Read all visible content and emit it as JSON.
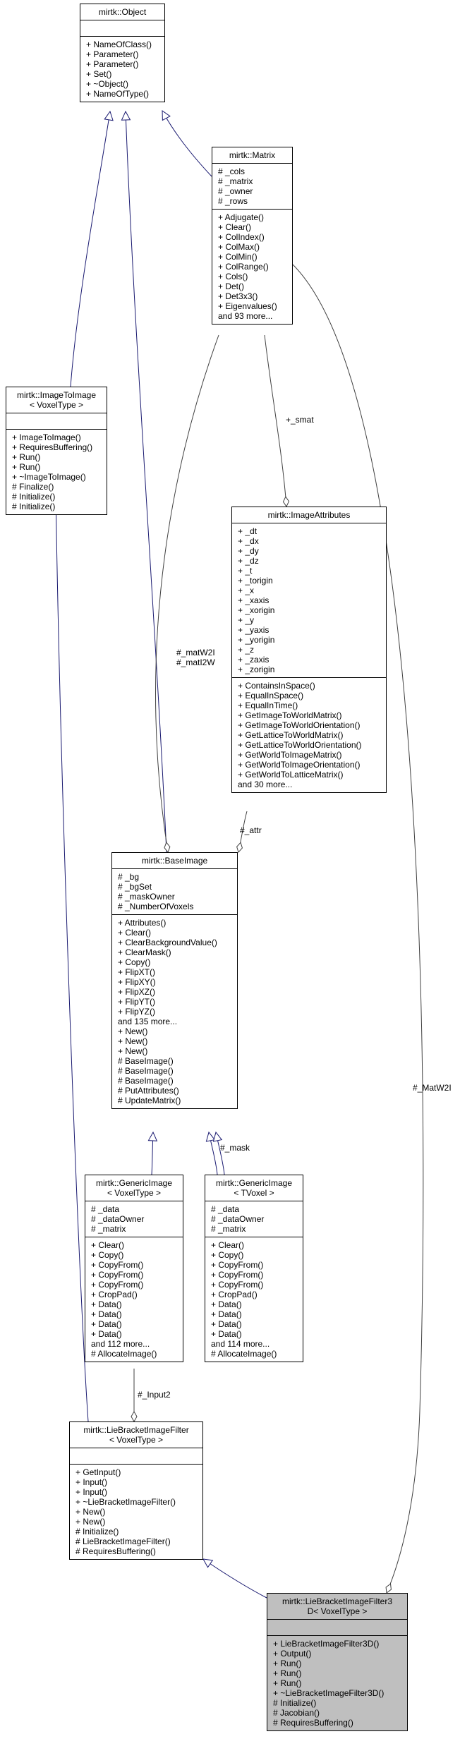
{
  "classes": {
    "object": {
      "title": [
        "mirtk::Object"
      ],
      "attrs": [],
      "methods": [
        "+ NameOfClass()",
        "+ Parameter()",
        "+ Parameter()",
        "+ Set()",
        "+ ~Object()",
        "+ NameOfType()"
      ]
    },
    "matrix": {
      "title": [
        "mirtk::Matrix"
      ],
      "attrs": [
        "# _cols",
        "# _matrix",
        "# _owner",
        "# _rows"
      ],
      "methods": [
        "+ Adjugate()",
        "+ Clear()",
        "+ ColIndex()",
        "+ ColMax()",
        "+ ColMin()",
        "+ ColRange()",
        "+ Cols()",
        "+ Det()",
        "+ Det3x3()",
        "+ Eigenvalues()",
        "and 93 more..."
      ]
    },
    "imagetoimage": {
      "title": [
        "mirtk::ImageToImage",
        "< VoxelType >"
      ],
      "attrs": [],
      "methods": [
        "+ ImageToImage()",
        "+ RequiresBuffering()",
        "+ Run()",
        "+ Run()",
        "+ ~ImageToImage()",
        "# Finalize()",
        "# Initialize()",
        "# Initialize()"
      ]
    },
    "imageattributes": {
      "title": [
        "mirtk::ImageAttributes"
      ],
      "attrs": [
        "+ _dt",
        "+ _dx",
        "+ _dy",
        "+ _dz",
        "+ _t",
        "+ _torigin",
        "+ _x",
        "+ _xaxis",
        "+ _xorigin",
        "+ _y",
        "+ _yaxis",
        "+ _yorigin",
        "+ _z",
        "+ _zaxis",
        "+ _zorigin"
      ],
      "methods": [
        "+ ContainsInSpace()",
        "+ EqualInSpace()",
        "+ EqualInTime()",
        "+ GetImageToWorldMatrix()",
        "+ GetImageToWorldOrientation()",
        "+ GetLatticeToWorldMatrix()",
        "+ GetLatticeToWorldOrientation()",
        "+ GetWorldToImageMatrix()",
        "+ GetWorldToImageOrientation()",
        "+ GetWorldToLatticeMatrix()",
        "and 30 more..."
      ]
    },
    "baseimage": {
      "title": [
        "mirtk::BaseImage"
      ],
      "attrs": [
        "# _bg",
        "# _bgSet",
        "# _maskOwner",
        "# _NumberOfVoxels"
      ],
      "methods": [
        "+ Attributes()",
        "+ Clear()",
        "+ ClearBackgroundValue()",
        "+ ClearMask()",
        "+ Copy()",
        "+ FlipXT()",
        "+ FlipXY()",
        "+ FlipXZ()",
        "+ FlipYT()",
        "+ FlipYZ()",
        "and 135 more...",
        "+ New()",
        "+ New()",
        "+ New()",
        "# BaseImage()",
        "# BaseImage()",
        "# BaseImage()",
        "# PutAttributes()",
        "# UpdateMatrix()"
      ]
    },
    "genericvoxel": {
      "title": [
        "mirtk::GenericImage",
        "< VoxelType >"
      ],
      "attrs": [
        "# _data",
        "# _dataOwner",
        "# _matrix"
      ],
      "methods": [
        "+ Clear()",
        "+ Copy()",
        "+ CopyFrom()",
        "+ CopyFrom()",
        "+ CopyFrom()",
        "+ CropPad()",
        "+ Data()",
        "+ Data()",
        "+ Data()",
        "+ Data()",
        "and 112 more...",
        "# AllocateImage()"
      ]
    },
    "generictvoxel": {
      "title": [
        "mirtk::GenericImage",
        "< TVoxel >"
      ],
      "attrs": [
        "# _data",
        "# _dataOwner",
        "# _matrix"
      ],
      "methods": [
        "+ Clear()",
        "+ Copy()",
        "+ CopyFrom()",
        "+ CopyFrom()",
        "+ CopyFrom()",
        "+ CropPad()",
        "+ Data()",
        "+ Data()",
        "+ Data()",
        "+ Data()",
        "and 114 more...",
        "# AllocateImage()"
      ]
    },
    "liebracket": {
      "title": [
        "mirtk::LieBracketImageFilter",
        "< VoxelType >"
      ],
      "attrs": [],
      "methods": [
        "+ GetInput()",
        "+ Input()",
        "+ Input()",
        "+ ~LieBracketImageFilter()",
        "+ New()",
        "+ New()",
        "# Initialize()",
        "# LieBracketImageFilter()",
        "# RequiresBuffering()"
      ]
    },
    "liebracket3d": {
      "title": [
        "mirtk::LieBracketImageFilter3",
        "D< VoxelType >"
      ],
      "attrs": [],
      "methods": [
        "+ LieBracketImageFilter3D()",
        "+ Output()",
        "+ Run()",
        "+ Run()",
        "+ Run()",
        "+ ~LieBracketImageFilter3D()",
        "# Initialize()",
        "# Jacobian()",
        "# RequiresBuffering()"
      ]
    }
  },
  "edge_labels": {
    "smat": "+_smat",
    "matw2i_left_1": "#_matW2I",
    "matw2i_left_2": "#_matI2W",
    "attr": "#_attr",
    "mask": "#_mask",
    "matw2i_right": "#_MatW2I",
    "input2": "#_Input2"
  },
  "colors": {
    "inheritance": "#191970",
    "association": "#404040",
    "highlight_fill": "#bfbfbf"
  }
}
